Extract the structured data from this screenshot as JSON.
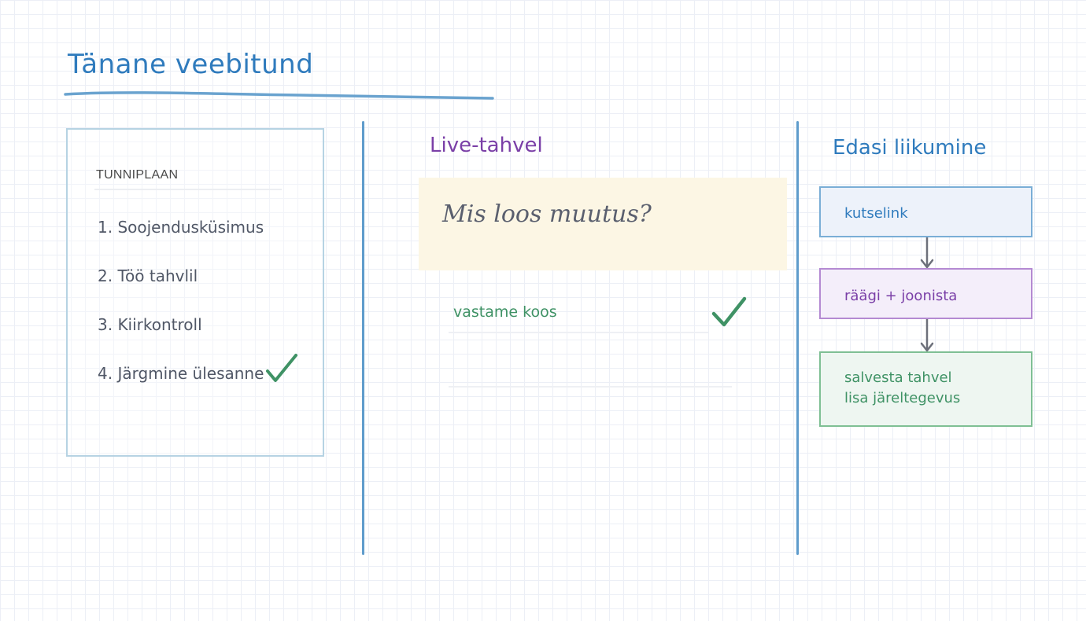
{
  "page": {
    "title": "Tänane veebitund"
  },
  "lesson_plan": {
    "heading": "TUNNIPLAAN",
    "items": [
      "1. Soojendusküsimus",
      "2. Töö tahvlil",
      "3. Kiirkontroll",
      "4. Järgmine ülesanne"
    ]
  },
  "live_board": {
    "heading": "Live-tahvel",
    "question": "Mis loos muutus?",
    "answer": "vastame koos"
  },
  "next_steps": {
    "heading": "Edasi liikumine",
    "steps": [
      {
        "line1": "kutselink"
      },
      {
        "line1": "räägi + joonista"
      },
      {
        "line1": "salvesta tahvel",
        "line2": "lisa järeltegevus"
      }
    ]
  },
  "colors": {
    "title_blue": "#2f7bbd",
    "divider_blue": "#5f9ccc",
    "purple": "#7a3fa7",
    "green": "#3f9265",
    "sticky_yellow": "#fcf6e4",
    "step_blue_fill": "#edf2fa",
    "step_blue_border": "#7aaed6",
    "step_purple_fill": "#f4eefa",
    "step_purple_border": "#b48ad2",
    "step_green_fill": "#eef6f1",
    "step_green_border": "#7fbf94",
    "arrow_gray": "#6c6f7a"
  },
  "icons": {
    "plan_check": "check-mark-icon",
    "answer_check": "check-mark-icon",
    "flow_arrow": "arrow-down-icon"
  }
}
